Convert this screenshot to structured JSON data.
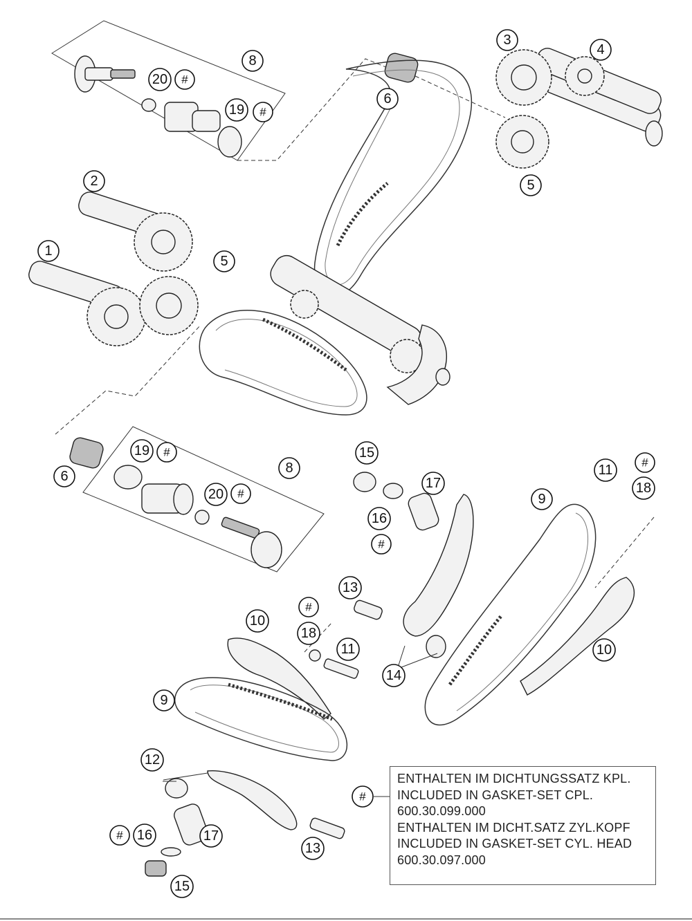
{
  "callouts": {
    "c1": "1",
    "c2": "2",
    "c3": "3",
    "c4": "4",
    "c5": "5",
    "c6": "6",
    "c8": "8",
    "c9": "9",
    "c10": "10",
    "c11": "11",
    "c12": "12",
    "c13": "13",
    "c14": "14",
    "c15": "15",
    "c16": "16",
    "c17": "17",
    "c18": "18",
    "c19": "19",
    "c20": "20",
    "hash": "#"
  },
  "legend": {
    "line1": "ENTHALTEN IM DICHTUNGSSATZ KPL.",
    "line2": "INCLUDED IN GASKET-SET CPL.",
    "line3": "600.30.099.000",
    "line4": "ENTHALTEN IM DICHT.SATZ ZYL.KOPF",
    "line5": "INCLUDED IN GASKET-SET CYL. HEAD",
    "line6": "600.30.097.000"
  }
}
